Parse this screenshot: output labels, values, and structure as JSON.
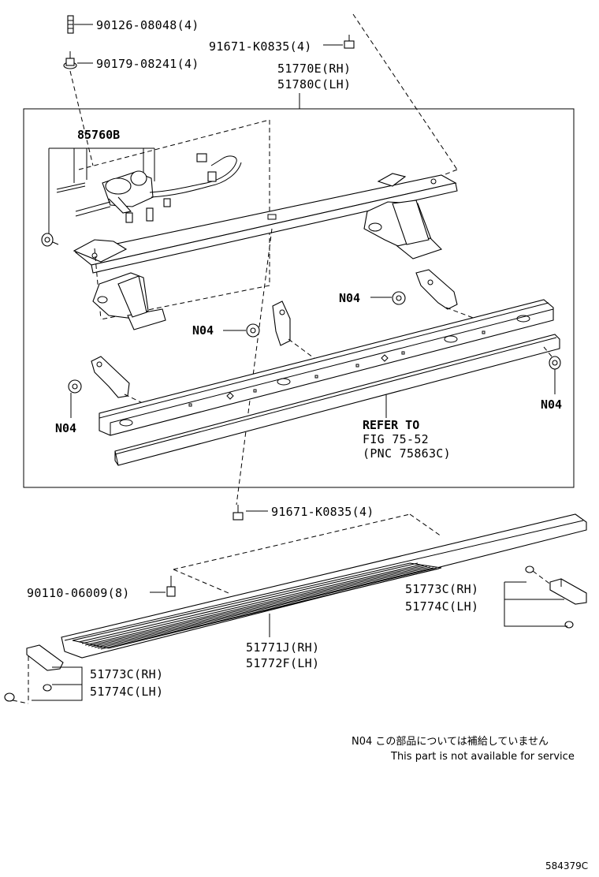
{
  "diagram": {
    "callouts": {
      "bolt_top": "90126-08048(4)",
      "nut_top": "90179-08241(4)",
      "bolt_upper": "91671-K0835(4)",
      "assembly_rh": "51770E(RH)",
      "assembly_lh": "51780C(LH)",
      "motor": "85760B",
      "n04_a": "N04",
      "n04_b": "N04",
      "n04_c": "N04",
      "n04_d": "N04",
      "refer_1": "REFER TO",
      "refer_2": "FIG 75-52",
      "refer_3": "(PNC 75863C)",
      "bolt_lower": "91671-K0835(4)",
      "screw": "90110-06009(8)",
      "endcap_right_rh": "51773C(RH)",
      "endcap_right_lh": "51774C(LH)",
      "step_rh": "51771J(RH)",
      "step_lh": "51772F(LH)",
      "endcap_left_rh": "51773C(RH)",
      "endcap_left_lh": "51774C(LH)"
    },
    "note_jp": "N04 この部品については補給していません",
    "note_en": "This part is not available for service",
    "drawing_code": "584379C"
  }
}
